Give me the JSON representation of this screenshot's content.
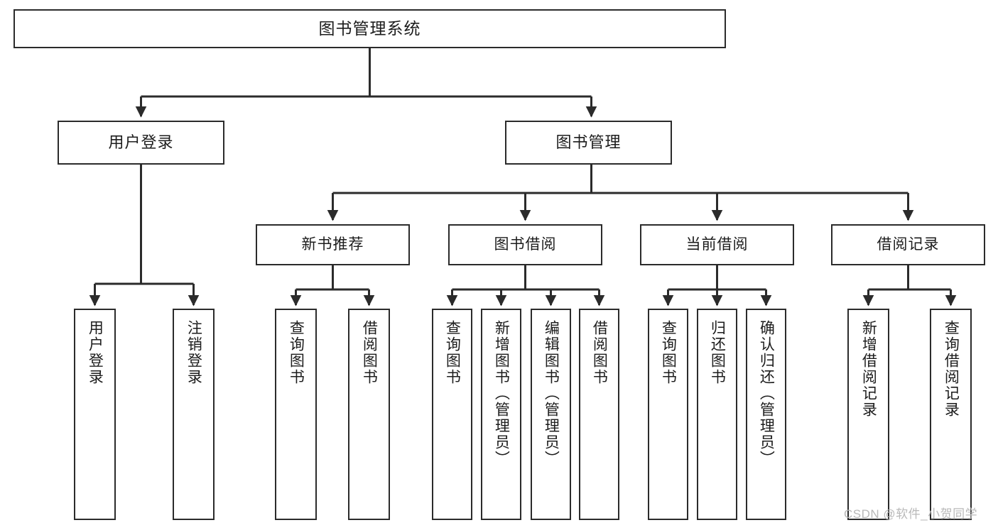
{
  "diagram": {
    "type": "tree",
    "title": "图书管理系统",
    "root": {
      "label": "图书管理系统"
    },
    "level2": [
      {
        "label": "用户登录"
      },
      {
        "label": "图书管理"
      }
    ],
    "level3": [
      {
        "label": "新书推荐"
      },
      {
        "label": "图书借阅"
      },
      {
        "label": "当前借阅"
      },
      {
        "label": "借阅记录"
      }
    ],
    "leaves": {
      "user_login": [
        {
          "label": "用户登录"
        },
        {
          "label": "注销登录"
        }
      ],
      "new_book_recommend": [
        {
          "label": "查询图书"
        },
        {
          "label": "借阅图书"
        }
      ],
      "book_borrow": [
        {
          "label": "查询图书"
        },
        {
          "label": "新增图书（管理员）"
        },
        {
          "label": "编辑图书（管理员）"
        },
        {
          "label": "借阅图书"
        }
      ],
      "current_borrow": [
        {
          "label": "查询图书"
        },
        {
          "label": "归还图书"
        },
        {
          "label": "确认归还（管理员）"
        }
      ],
      "borrow_record": [
        {
          "label": "新增借阅记录"
        },
        {
          "label": "查询借阅记录"
        }
      ]
    }
  },
  "watermark": {
    "text": "CSDN @软件_小贺同学"
  },
  "colors": {
    "border": "#2b2b2b",
    "background": "#ffffff",
    "text": "#1c1c1c",
    "watermark": "#b9b9b9"
  }
}
